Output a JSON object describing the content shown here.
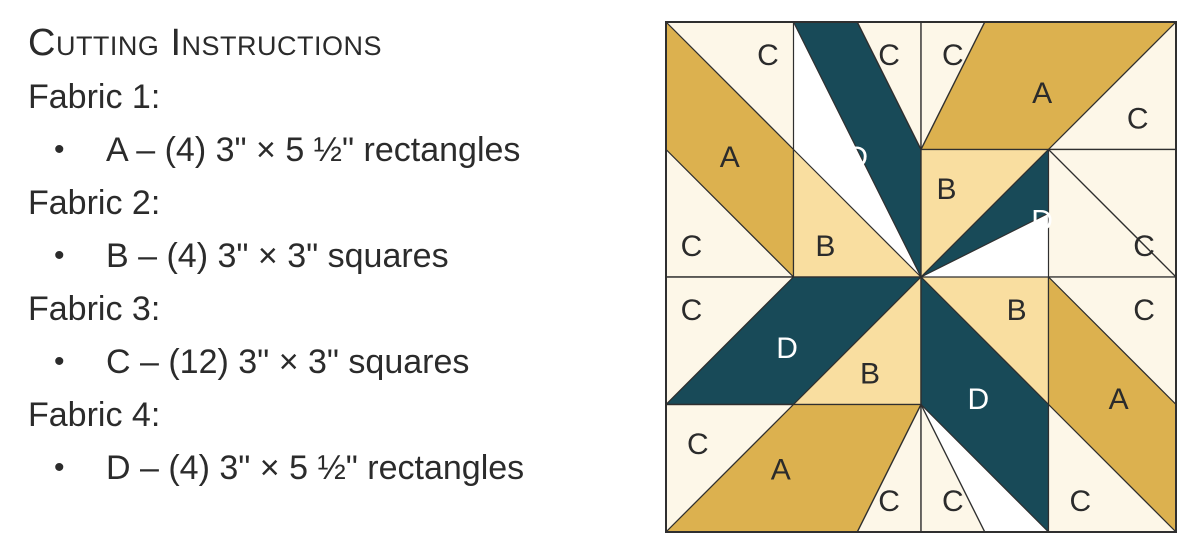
{
  "instructions": {
    "title": "Cutting Instructions",
    "fabrics": [
      {
        "label": "Fabric 1:",
        "item": "A – (4) 3\" × 5 ½\" rectangles"
      },
      {
        "label": "Fabric 2:",
        "item": "B – (4) 3\" × 3\" squares"
      },
      {
        "label": "Fabric 3:",
        "item": "C – (12) 3\" × 3\" squares"
      },
      {
        "label": "Fabric 4:",
        "item": "D – (4) 3\" × 5 ½\" rectangles"
      }
    ],
    "bullet": "•"
  },
  "colors": {
    "A": "#dcb14f",
    "B": "#f9dea0",
    "C": "#fdf7e8",
    "D": "#184a58",
    "outline": "#2f2f2f"
  },
  "block": {
    "labels": {
      "A": "A",
      "B": "B",
      "C": "C",
      "D": "D"
    }
  }
}
